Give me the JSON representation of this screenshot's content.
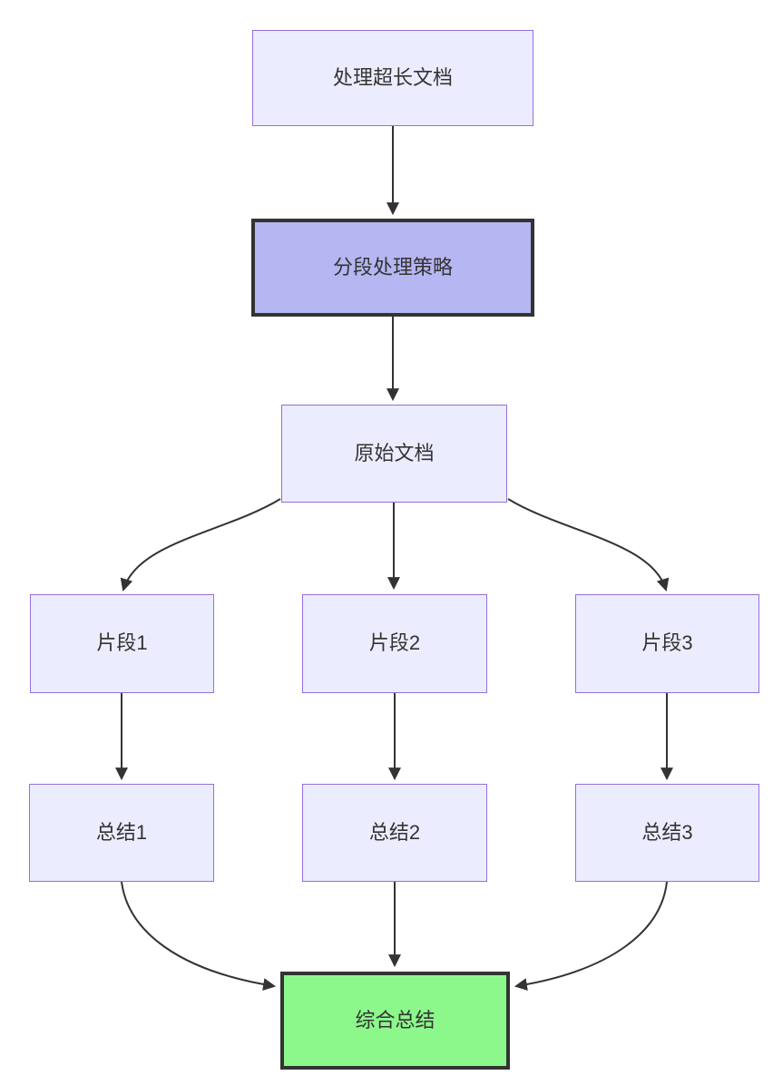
{
  "colors": {
    "canvas-bg": "#ffffff",
    "node-fill": "#ECECFF",
    "node-border": "#9370DB",
    "highlight-fill": "#B6B6F2",
    "success-fill": "#8CF88C",
    "emphasis-border": "#333333",
    "edge-color": "#333333",
    "text-color": "#333333"
  },
  "diagram": {
    "type": "flowchart-top-down",
    "nodes": [
      {
        "id": "A",
        "label": "处理超长文档",
        "variant": "default"
      },
      {
        "id": "B",
        "label": "分段处理策略",
        "variant": "highlight"
      },
      {
        "id": "C",
        "label": "原始文档",
        "variant": "default"
      },
      {
        "id": "D",
        "label": "片段1",
        "variant": "default"
      },
      {
        "id": "E",
        "label": "片段2",
        "variant": "default"
      },
      {
        "id": "F",
        "label": "片段3",
        "variant": "default"
      },
      {
        "id": "G",
        "label": "总结1",
        "variant": "default"
      },
      {
        "id": "H",
        "label": "总结2",
        "variant": "default"
      },
      {
        "id": "I",
        "label": "总结3",
        "variant": "default"
      },
      {
        "id": "J",
        "label": "综合总结",
        "variant": "success"
      }
    ],
    "edges": [
      {
        "from": "处理超长文档",
        "to": "分段处理策略"
      },
      {
        "from": "分段处理策略",
        "to": "原始文档"
      },
      {
        "from": "原始文档",
        "to": "片段1"
      },
      {
        "from": "原始文档",
        "to": "片段2"
      },
      {
        "from": "原始文档",
        "to": "片段3"
      },
      {
        "from": "片段1",
        "to": "总结1"
      },
      {
        "from": "片段2",
        "to": "总结2"
      },
      {
        "from": "片段3",
        "to": "总结3"
      },
      {
        "from": "总结1",
        "to": "综合总结"
      },
      {
        "from": "总结2",
        "to": "综合总结"
      },
      {
        "from": "总结3",
        "to": "综合总结"
      }
    ]
  }
}
